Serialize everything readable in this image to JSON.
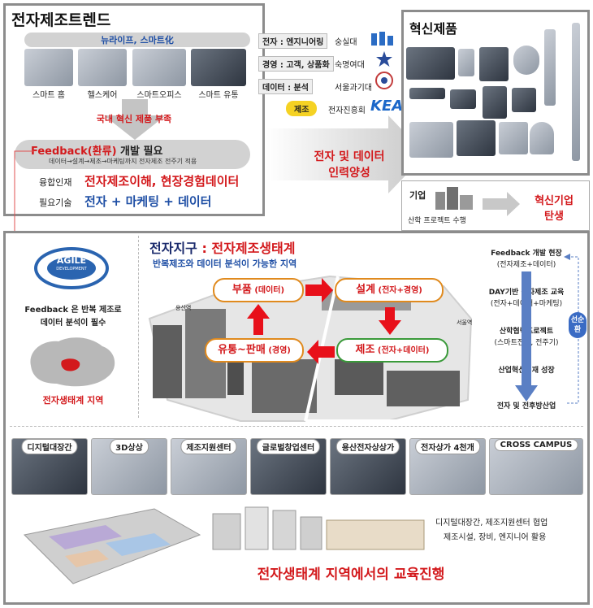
{
  "top_left": {
    "title": "전자제조트렌드",
    "pill": "뉴라이프, 스마트化",
    "items": [
      "스마트 홈",
      "헬스케어",
      "스마트오피스",
      "스마트 유통"
    ],
    "lack": "국내 혁신 제품 부족",
    "feedback_title_a": "Feedback(환류)",
    "feedback_title_b": " 개발 필요",
    "feedback_sub": "데이터→설계→제조→마케팅까지  전자제조 전주기 적용",
    "row1_label": "융합인재",
    "row1_value": "전자제조이해, 현장경험데이터",
    "row2_label": "필요기술",
    "row2_value": "전자 + 마케팅 + 데이터"
  },
  "partners": [
    {
      "tag": "전자 : 엔지니어링",
      "org": "숭실대"
    },
    {
      "tag": "경영 : 고객, 상품화",
      "org": "숙명여대"
    },
    {
      "tag": "데이터 : 분석",
      "org": "서울과기대"
    },
    {
      "tag": "제조",
      "org": "전자진흥회"
    }
  ],
  "logos": [
    "KEA"
  ],
  "center_arrow": {
    "line1": "전자 및 데이터",
    "line2": "인력양성"
  },
  "top_right": {
    "title": "혁신제품"
  },
  "corp": {
    "label": "기업",
    "sub": "산학 프로젝트 수행",
    "result_line1": "혁신기업",
    "result_line2": "탄생"
  },
  "bottom": {
    "agile": "AGILE",
    "agile_sub": "DEVELOPMENT",
    "feedback_note_1": "Feedback 은 반복 제조로",
    "feedback_note_2": "데이터 분석이 필수",
    "region_label": "전자생태계 지역",
    "district_title_a": "전자지구",
    "district_title_b": " : 전자제조생태계",
    "district_sub": "반복제조와 데이터 분석이 가능한 지역",
    "cycle": [
      {
        "a": "부품",
        "b": " (데이터)"
      },
      {
        "a": "설계",
        "b": " (전자+경영)"
      },
      {
        "a": "제조",
        "b": " (전자+데이터)"
      },
      {
        "a": "유통~판매",
        "b": " (경영)"
      }
    ],
    "map_labels": [
      "용산역",
      "서울역"
    ],
    "right_list": [
      "Feedback 개발 현장",
      "(전자제조+데이터)",
      "DAY기반 전자제조 교육",
      "(전자+데이터+마케팅)",
      "산학협력프로젝트",
      "(스마트전자, 전주기)",
      "산업혁신인재 성장",
      "전자 및 전후방산업"
    ],
    "cycle_badge": "선순환",
    "places": [
      "디지털대장간",
      "3D상상",
      "제조지원센터",
      "글로벌창업센터",
      "용산전자상상가",
      "전자상가 4천개",
      "CROSS CAMPUS"
    ],
    "note_1": "디지털대장간, 제조지원센터 협업",
    "note_2": "제조시설, 장비, 엔지니어 활용",
    "final_title": "전자생태계 지역에서의 교육진행"
  }
}
